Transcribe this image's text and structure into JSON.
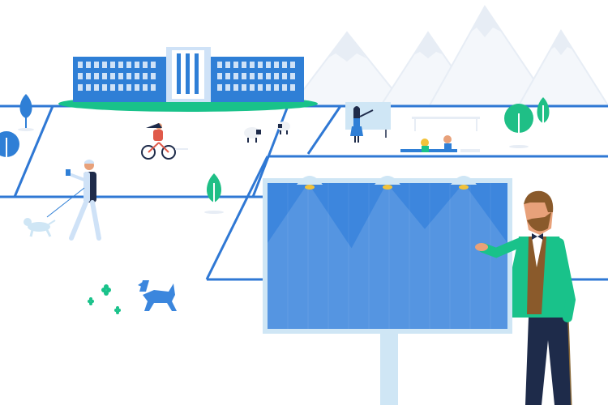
{
  "scene": {
    "description_free": true
  },
  "palette": {
    "road_blue": "#2f78d4",
    "building_blue": "#2f7fd6",
    "building_light": "#cfe2f7",
    "grass_green": "#19c28a",
    "tree_blue": "#2f7fd6",
    "tree_green": "#1fbf86",
    "mountain": "#e8eef6",
    "billboard_frame": "#cfe6f5",
    "billboard_panel": "#3d86dd",
    "lamp_yellow": "#f2c23a",
    "jacket_green": "#19c28a",
    "skin": "#e8a17a",
    "hair": "#8a5a2b",
    "dark_navy": "#1e2b4a",
    "cat_blue": "#3b86dd"
  },
  "icons": [
    "building-illustration",
    "tree-icon",
    "mountain-icon",
    "cyclist-figure",
    "sheep-figure",
    "teacher-figure",
    "bench-figure",
    "dog-walker-figure",
    "dog-figure",
    "cat-figure",
    "clover-icon",
    "billboard",
    "lamp-icon",
    "presenter-figure"
  ]
}
